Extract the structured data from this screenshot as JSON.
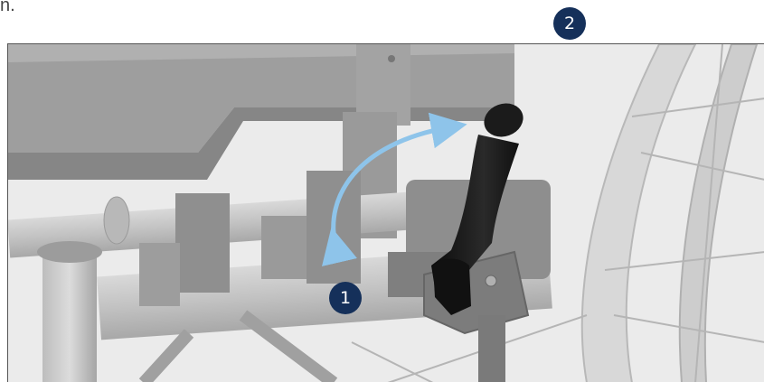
{
  "top_text_fragment": "n.",
  "steps": [
    {
      "number": "2"
    },
    {
      "number": "1"
    }
  ],
  "colors": {
    "badge_fill": "#15305a",
    "arrow": "#8ec4ea",
    "lever": "#151515",
    "frame_background": "#ebebeb"
  },
  "icons": {
    "rotation_arrow": "curved-double-arrow-icon"
  }
}
